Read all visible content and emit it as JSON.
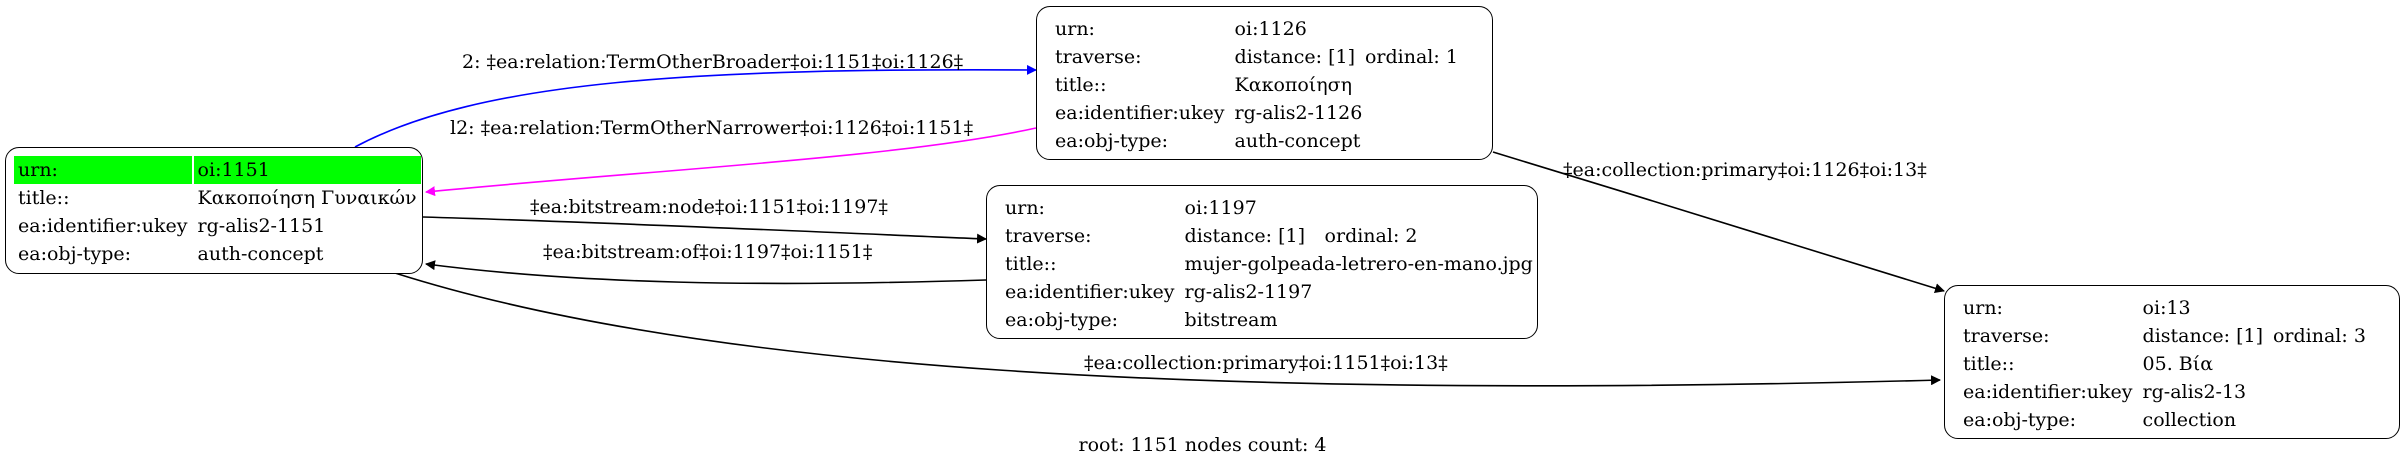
{
  "nodes": {
    "n1151": {
      "rows": [
        {
          "k": "urn:",
          "v": "oi:1151"
        },
        {
          "k": "title::",
          "v": "Κακοποίηση Γυναικών"
        },
        {
          "k": "ea:identifier:ukey",
          "v": "rg-alis2-1151"
        },
        {
          "k": "ea:obj-type:",
          "v": "auth-concept"
        }
      ]
    },
    "n1126": {
      "rows": [
        {
          "k": "urn:",
          "v": "oi:1126"
        },
        {
          "k": "traverse:",
          "v": "distance: [1]",
          "extra": "ordinal: 1"
        },
        {
          "k": "title::",
          "v": "Κακοποίηση"
        },
        {
          "k": "ea:identifier:ukey",
          "v": "rg-alis2-1126"
        },
        {
          "k": "ea:obj-type:",
          "v": "auth-concept"
        }
      ]
    },
    "n1197": {
      "rows": [
        {
          "k": "urn:",
          "v": "oi:1197"
        },
        {
          "k": "traverse:",
          "v": "distance: [1]",
          "extra": "ordinal: 2"
        },
        {
          "k": "title::",
          "v": "mujer-golpeada-letrero-en-mano.jpg"
        },
        {
          "k": "ea:identifier:ukey",
          "v": "rg-alis2-1197"
        },
        {
          "k": "ea:obj-type:",
          "v": "bitstream"
        }
      ]
    },
    "n13": {
      "rows": [
        {
          "k": "urn:",
          "v": "oi:13"
        },
        {
          "k": "traverse:",
          "v": "distance: [1]",
          "extra": "ordinal: 3"
        },
        {
          "k": "title::",
          "v": "05. Βία"
        },
        {
          "k": "ea:identifier:ukey",
          "v": "rg-alis2-13"
        },
        {
          "k": "ea:obj-type:",
          "v": "collection"
        }
      ]
    }
  },
  "edges": {
    "broader": "2: ‡ea:relation:TermOtherBroader‡oi:1151‡oi:1126‡",
    "narrower": "l2: ‡ea:relation:TermOtherNarrower‡oi:1126‡oi:1151‡",
    "bitstream_node": "‡ea:bitstream:node‡oi:1151‡oi:1197‡",
    "bitstream_of": "‡ea:bitstream:of‡oi:1197‡oi:1151‡",
    "coll_1126": "‡ea:collection:primary‡oi:1126‡oi:13‡",
    "coll_1151": "‡ea:collection:primary‡oi:1151‡oi:13‡"
  },
  "colors": {
    "highlight": "#00ff00",
    "broader_edge": "#0000ff",
    "narrower_edge": "#ff00ff",
    "default_edge": "#000000"
  },
  "footer": "root: 1151 nodes count: 4"
}
